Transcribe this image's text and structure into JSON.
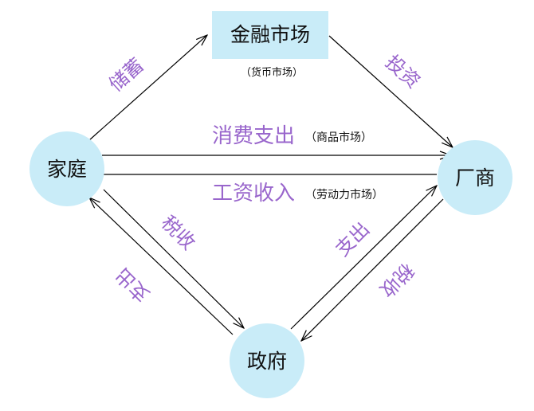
{
  "colors": {
    "node_fill": "#c9ecf8",
    "market_fill": "#c9ecf8",
    "flow_label": "#9966cc",
    "line": "#000000"
  },
  "nodes": {
    "household": "家庭",
    "firm": "厂商",
    "government": "政府",
    "financial_market": "金融市场",
    "financial_market_note": "（货币市场）"
  },
  "flows": {
    "savings": "储蓄",
    "investment": "投资",
    "consumption": "消费支出",
    "consumption_note": "（商品市场）",
    "wages": "工资收入",
    "wages_note": "（劳动力市场）",
    "household_tax": "税收",
    "household_transfer": "支出",
    "firm_spending": "支出",
    "firm_tax": "税收"
  }
}
